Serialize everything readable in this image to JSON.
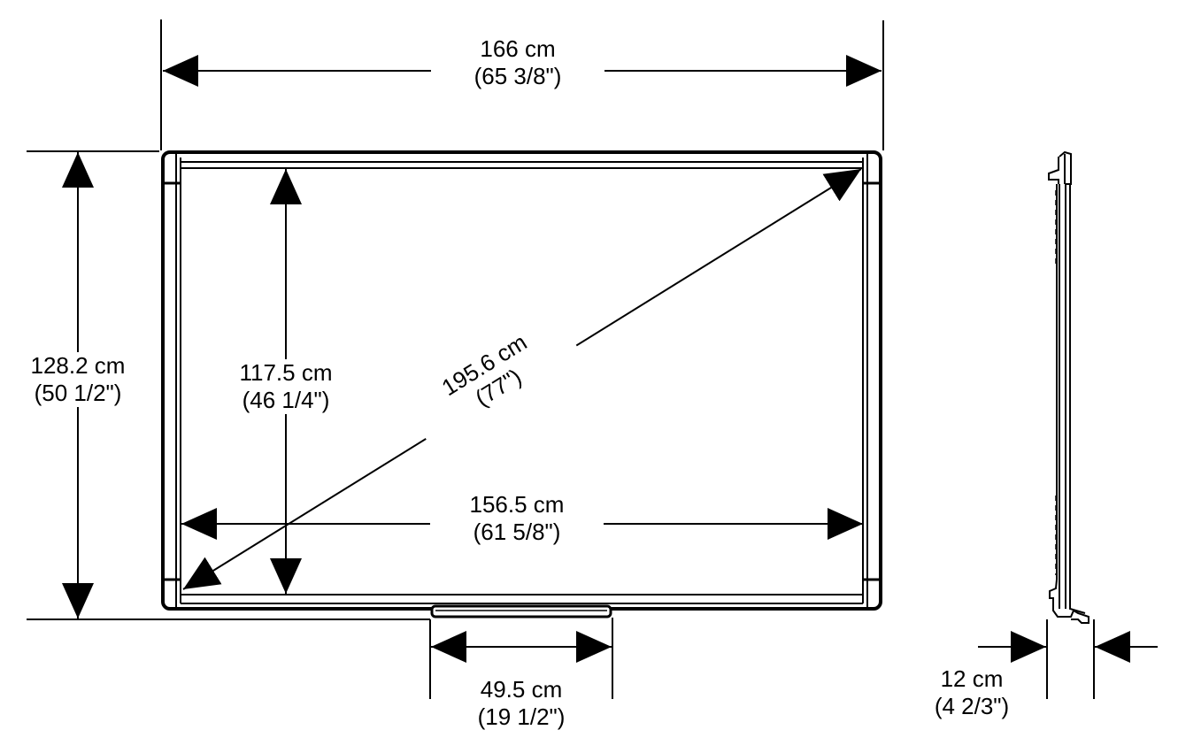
{
  "figure": {
    "subject": "interactive whiteboard dimension drawing",
    "views": [
      "front view",
      "side view"
    ]
  },
  "dimensions": {
    "overall_width": {
      "metric": "166 cm",
      "imperial": "(65 3/8\")"
    },
    "overall_height": {
      "metric": "128.2 cm",
      "imperial": "(50 1/2\")"
    },
    "active_height": {
      "metric": "117.5 cm",
      "imperial": "(46 1/4\")"
    },
    "diagonal": {
      "metric": "195.6 cm",
      "imperial": "(77\")"
    },
    "active_width": {
      "metric": "156.5 cm",
      "imperial": "(61 5/8\")"
    },
    "pen_tray_width": {
      "metric": "49.5 cm",
      "imperial": "(19 1/2\")"
    },
    "depth": {
      "metric": "12 cm",
      "imperial": "(4 2/3\")"
    }
  },
  "colors": {
    "line": "#000000",
    "background": "#ffffff"
  }
}
